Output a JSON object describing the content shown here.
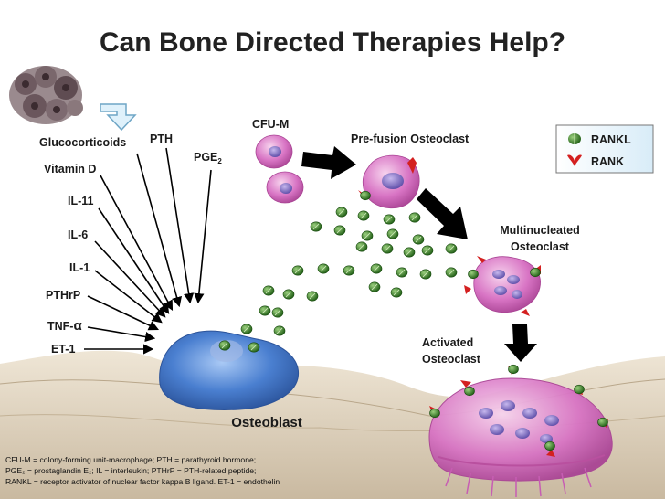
{
  "title": "Can Bone Directed Therapies  Help?",
  "factors": [
    "Glucocorticoids",
    "PTH",
    "PGE",
    "Vitamin D",
    "IL-11",
    "IL-6",
    "IL-1",
    "PTHrP",
    "TNF-",
    "ET-1"
  ],
  "pge_subscript": "2",
  "tnf_symbol": "α",
  "cells": {
    "cfu_m": "CFU-M",
    "prefusion": "Pre-fusion Osteoclast",
    "multinucleated_1": "Multinucleated",
    "multinucleated_2": "Osteoclast",
    "activated_1": "Activated",
    "activated_2": "Osteoclast",
    "osteoblast": "Osteoblast"
  },
  "legend": {
    "rankl": "RANKL",
    "rank": "RANK"
  },
  "footnote": [
    "CFU-M = colony-forming unit-macrophage; PTH = parathyroid hormone;",
    "PGE₂ = prostaglandin E₂; IL = interleukin; PTHrP = PTH-related peptide;",
    "RANKL = receptor activator of nuclear factor kappa B ligand. ET-1 = endothelin"
  ],
  "colors": {
    "osteoblast": "#4a7fd0",
    "osteoclast": "#d874c4",
    "rankl": "#2f7d1f",
    "rank": "#d42020",
    "bone": "#e6dccb"
  }
}
